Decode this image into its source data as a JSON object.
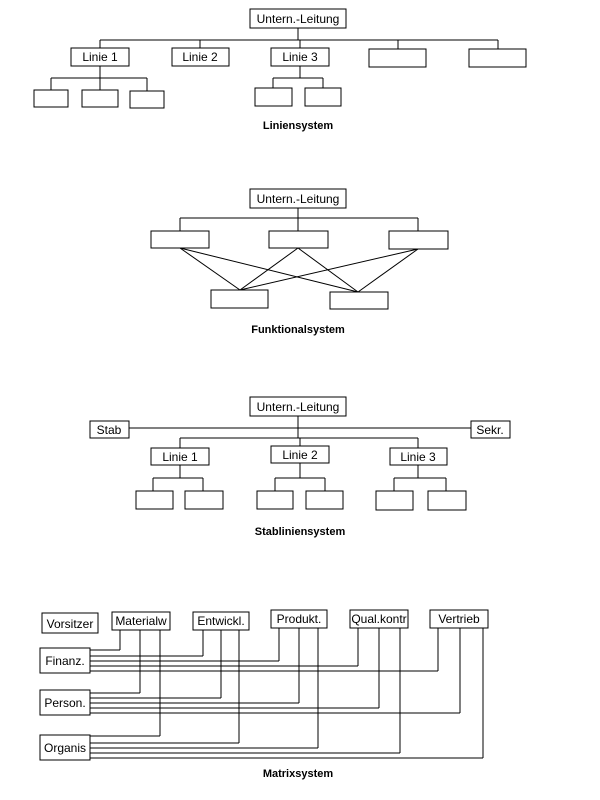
{
  "liniensystem": {
    "caption": "Liniensystem",
    "top": "Untern.-Leitung",
    "lines": [
      "Linie 1",
      "Linie 2",
      "Linie 3",
      "",
      ""
    ]
  },
  "funktionalsystem": {
    "caption": "Funktionalsystem",
    "top": "Untern.-Leitung"
  },
  "stabliniensystem": {
    "caption": "Stabliniensystem",
    "top": "Untern.-Leitung",
    "staff_left": "Stab",
    "staff_right": "Sekr.",
    "lines": [
      "Linie 1",
      "Linie 2",
      "Linie 3"
    ]
  },
  "matrixsystem": {
    "caption": "Matrixsystem",
    "corner": "Vorsitzer",
    "columns": [
      "Materialw",
      "Entwickl.",
      "Produkt.",
      "Qual.kontr",
      "Vertrieb"
    ],
    "rows": [
      "Finanz.",
      "Person.",
      "Organis"
    ]
  }
}
